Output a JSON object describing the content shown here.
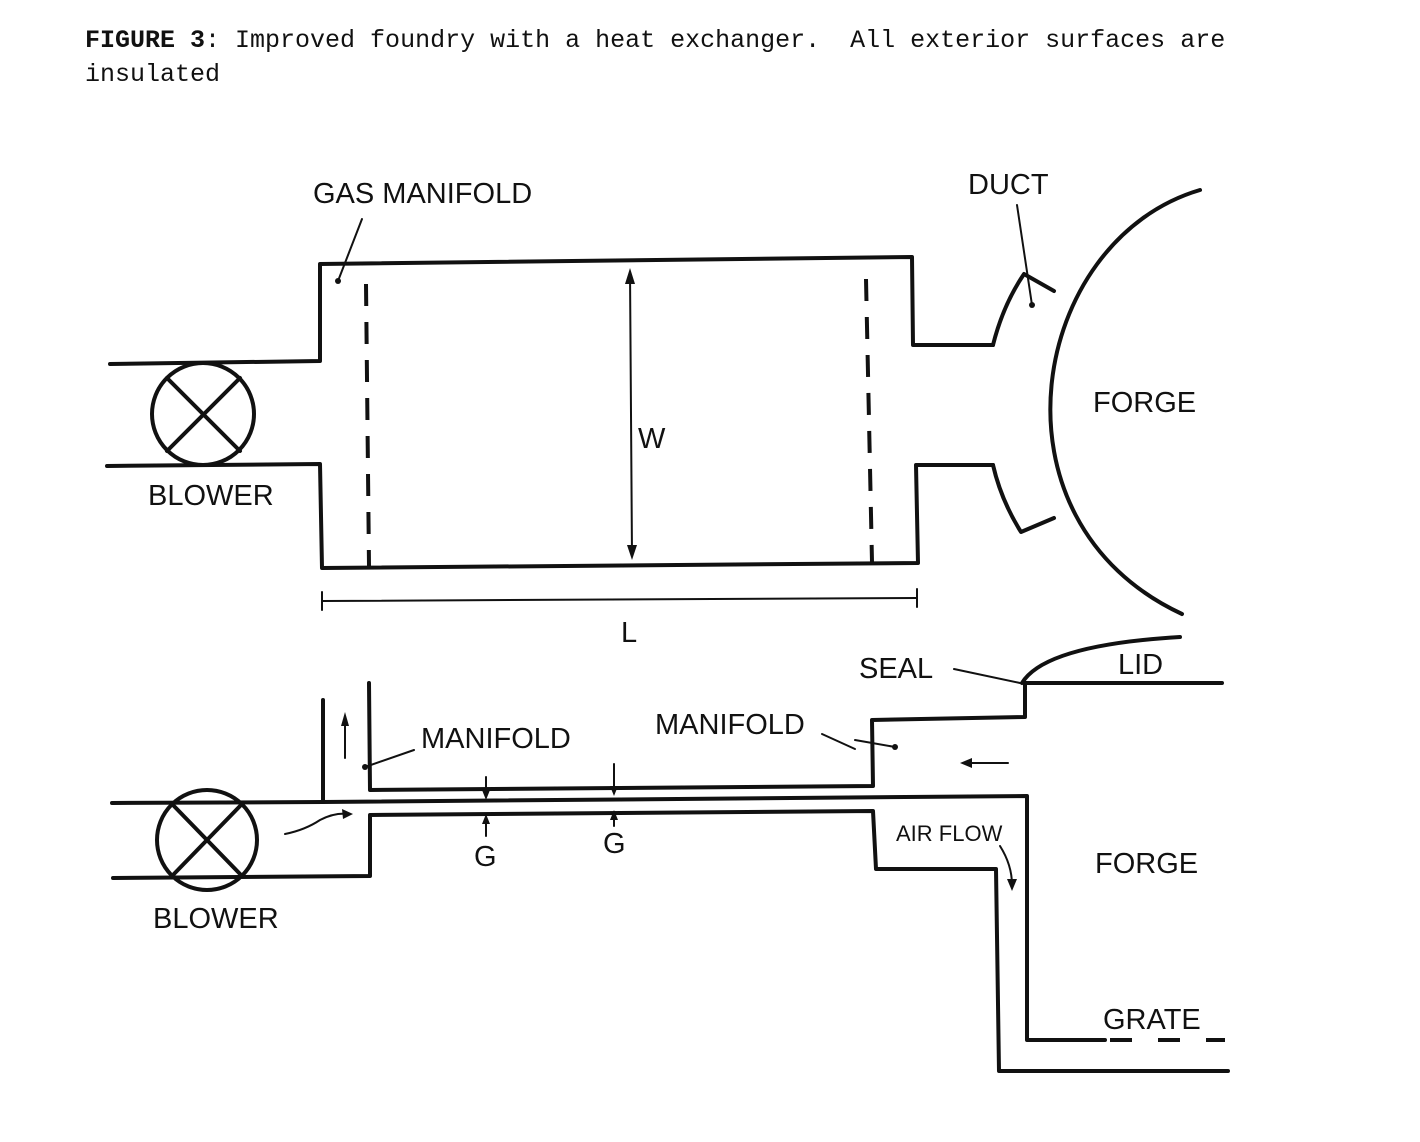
{
  "caption": {
    "figure_label": "FIGURE 3",
    "text": ": Improved foundry with a heat exchanger.  All exterior surfaces are insulated"
  },
  "top_diagram": {
    "labels": {
      "gas_manifold": "GAS MANIFOLD",
      "duct": "DUCT",
      "blower": "BLOWER",
      "width_dimension": "W",
      "length_dimension": "L",
      "forge": "FORGE"
    }
  },
  "bottom_diagram": {
    "labels": {
      "blower": "BLOWER",
      "manifold_left": "MANIFOLD",
      "manifold_right": "MANIFOLD",
      "gap_1": "G",
      "gap_2": "G",
      "seal": "SEAL",
      "lid": "LID",
      "air_flow": "AIR FLOW",
      "forge": "FORGE",
      "grate": "GRATE"
    }
  }
}
